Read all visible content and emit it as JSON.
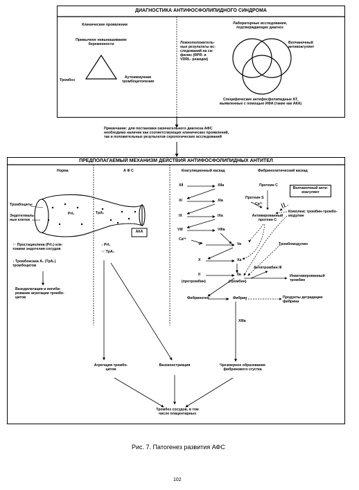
{
  "top_section": {
    "title": "ДИАГНОСТИКА АНТИФОСФОЛИПИДНОГО СИНДРОМА",
    "clinical": {
      "heading": "Клинические проявления",
      "apex": "Привычное невынашивание\nбеременности",
      "left": "Тромбоз",
      "right": "Аутоиммунная\nтромбоцитопения"
    },
    "lab": {
      "heading": "Лабораторные исследования,\nподтверждающие диагноз",
      "left": "Ложноположитель-\nные результаты ис-\nследований на си-\nфилис (RPR- и\nVDRL- реакции)",
      "right": "Волчаночный\nантикоагулянт",
      "bottom": "Специфические антифосфолипидные АТ,\nвыявленные с помощью ИФА (такие как АКА)"
    }
  },
  "note": "Примечание: для постановки окончательного диагноза АФС\nнеобходимо наличие как соответствующих клинических проявлений,\nтак и положительных результатов серологических исследований",
  "mechanism": {
    "title": "ПРЕДПОЛАГАЕМЫЙ МЕХАНИЗМ ДЕЙСТВИЯ АНТИФОСФОЛИПИДНЫХ АНТИТЕЛ",
    "col_norm": "Норма",
    "col_afs": "А Ф С",
    "col_coag": "Коагуляционный каскад",
    "col_fibr": "Фибринолитический каскад",
    "vessel_labels": {
      "platelets": "Тромбоциты",
      "endothelium": "Эндотелиаль-\nные клетки",
      "pgi2_norm": "PrI₂",
      "txa2_afs": "TpA₂",
      "aka": "АКА"
    },
    "norm_text": {
      "item1": "↑↑ Простациклина (PrI₂) кле-\nтоками эндотелия сосудов",
      "item2": "↓ Тромбоксана A₂ (TpA₂)\nтромбоцитов",
      "result": "Вазодилатация и ингиби-\nрование агрегации тромбо-\nцитов"
    },
    "afs_text": {
      "pgi2": "↓ PrI₂",
      "txa2": "↑↑ TpA₂"
    },
    "coag": {
      "f12": "XII",
      "f12a": "XIIa",
      "f11": "XI",
      "f11a": "XIa",
      "f9": "IX",
      "f9a": "IXa",
      "f8": "VIII",
      "f8a": "VIIIa",
      "ca": "Ca²⁺",
      "f5": "V",
      "f5a": "Va",
      "f10": "X",
      "f10a": "Xa",
      "f2": "II",
      "f2a": "IIa",
      "prothrombin": "(протромбин)",
      "thrombin": "(тромбин)",
      "fibrinogen": "Фибриноген",
      "fibrin": "Фибрин",
      "f13a": "XIIIa"
    },
    "fibr": {
      "protein_c": "Протеин C",
      "protein_s": "Протеин S",
      "ca": "Ca²⁺",
      "activated_c": "Активированный\nпротеин C",
      "lupus_box": "Волчаночный анти-\nкоагулянт",
      "complex_box": "Комплекс тромбин-тромбо-\nмодулин",
      "thrombomodulin": "Тромбомодулин",
      "antithrombin": "Антитромбин III",
      "inactivated": "Инактивированный\nтромбин",
      "degradation": "Продукты деградации\nфибрина"
    },
    "outcomes": {
      "aggregation": "Агрегация тромбо-\nцитов",
      "vasoconstriction": "Вазоконстрикция",
      "fibrin_clot": "Чрезмерное образование\nфибринового сгустка",
      "final": "Тромбоз сосудов, в том\nчисле плацентарных"
    }
  },
  "caption": "Рис. 7. Патогенез развития АФС",
  "page_number": "102"
}
